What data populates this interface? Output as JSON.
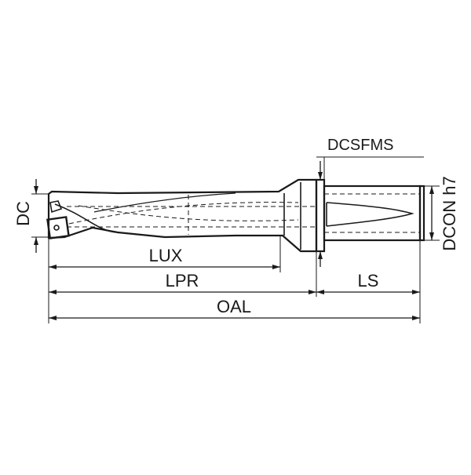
{
  "diagram": {
    "labels": {
      "dc": "DC",
      "dcsfms": "DCSFMS",
      "dcon": "DCON h7",
      "lux": "LUX",
      "lpr": "LPR",
      "ls": "LS",
      "oal": "OAL"
    },
    "colors": {
      "line": "#1a1a1a",
      "background": "#ffffff"
    }
  }
}
